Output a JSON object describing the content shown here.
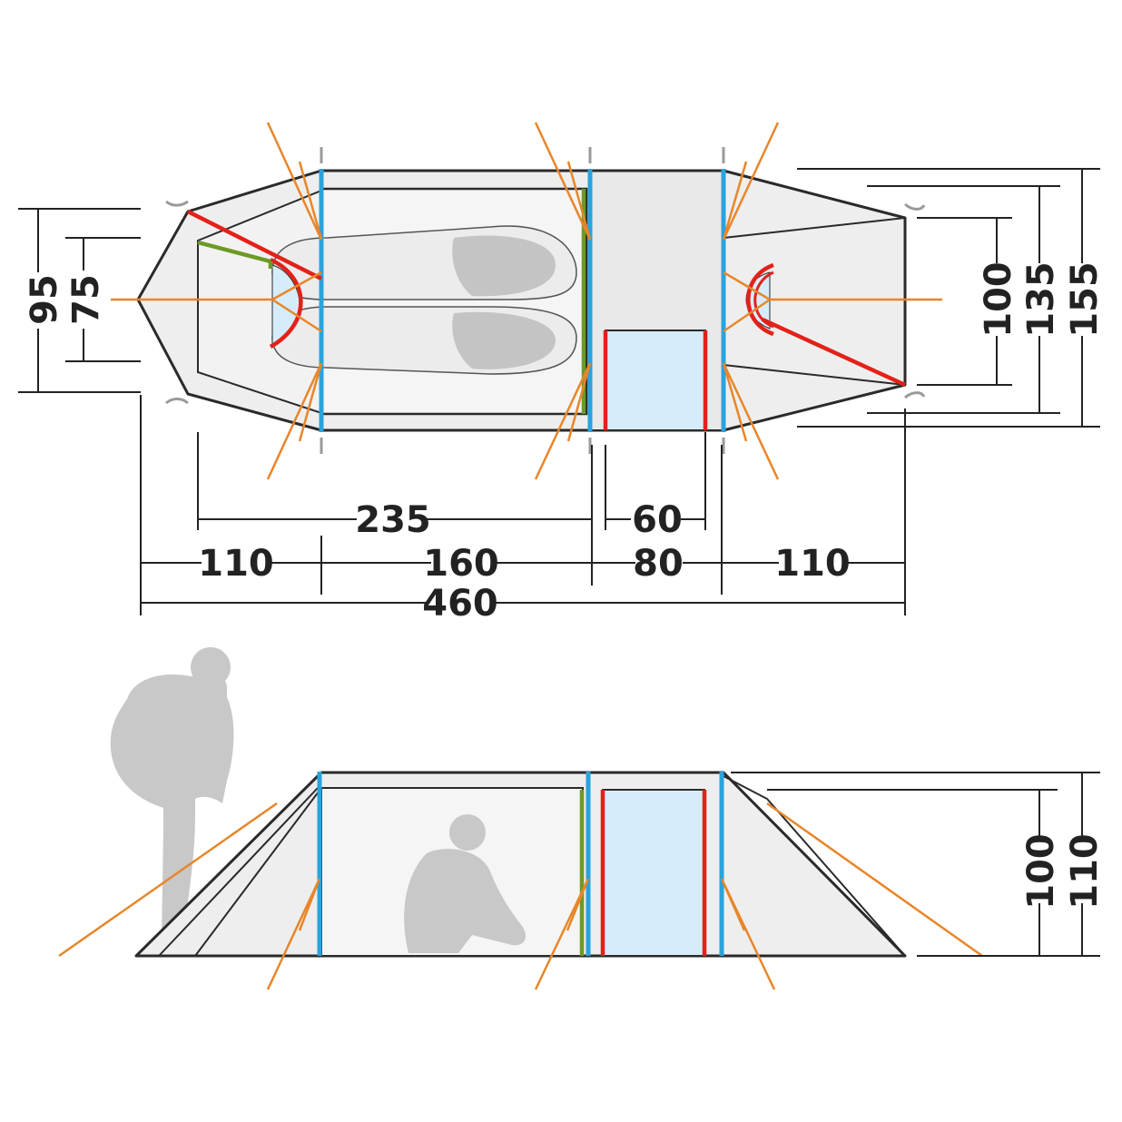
{
  "colors": {
    "outline": "#2a2a2a",
    "fill": "#eeeeee",
    "inner_fill": "#f4f4f4",
    "pole_blue": "#29a3dd",
    "pole_red": "#e32119",
    "pole_green": "#6c9a24",
    "guyline": "#e8862a",
    "window": "#d6ecfb",
    "silhouette": "#c8c8c8",
    "dimension": "#222222"
  },
  "top_view": {
    "dimensions": {
      "width_95": "95",
      "width_75": "75",
      "inner_235": "235",
      "door_60": "60",
      "seg_110_left": "110",
      "seg_160": "160",
      "seg_80": "80",
      "seg_110_right": "110",
      "total_460": "460",
      "end_100": "100",
      "end_135": "135",
      "end_155": "155"
    }
  },
  "side_view": {
    "dimensions": {
      "height_100": "100",
      "height_110": "110"
    }
  }
}
